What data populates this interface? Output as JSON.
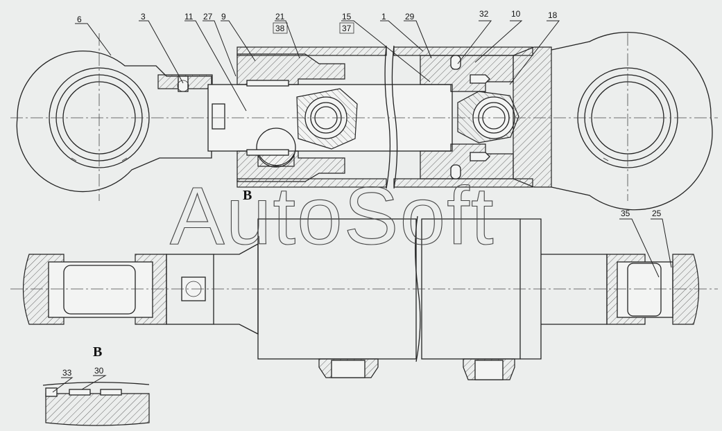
{
  "callouts": [
    {
      "id": "c6",
      "text": "6"
    },
    {
      "id": "c3",
      "text": "3"
    },
    {
      "id": "c11",
      "text": "11"
    },
    {
      "id": "c27",
      "text": "27"
    },
    {
      "id": "c9",
      "text": "9"
    },
    {
      "id": "c21",
      "text": "21"
    },
    {
      "id": "c38",
      "text": "38"
    },
    {
      "id": "c15",
      "text": "15"
    },
    {
      "id": "c37",
      "text": "37"
    },
    {
      "id": "c1",
      "text": "1"
    },
    {
      "id": "c29",
      "text": "29"
    },
    {
      "id": "c32",
      "text": "32"
    },
    {
      "id": "c10",
      "text": "10"
    },
    {
      "id": "c18",
      "text": "18"
    },
    {
      "id": "c35",
      "text": "35"
    },
    {
      "id": "c25",
      "text": "25"
    },
    {
      "id": "c33",
      "text": "33"
    },
    {
      "id": "c30",
      "text": "30"
    }
  ],
  "section_marker": "B",
  "detail_title": "B",
  "watermark": "AutoSoft",
  "colors": {
    "background": "#eceeed",
    "lines": "#222222"
  }
}
